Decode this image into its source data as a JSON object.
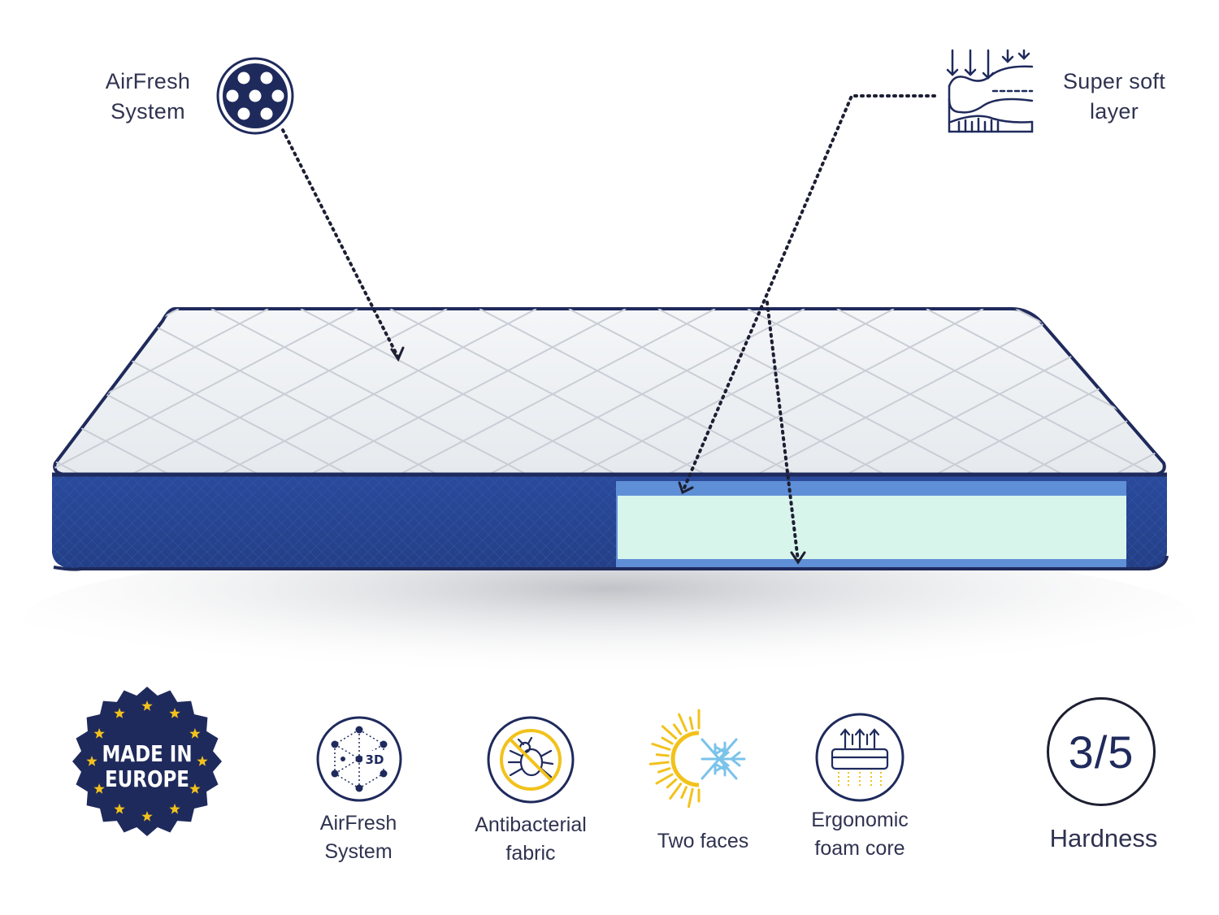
{
  "callouts": {
    "airfresh": {
      "line1": "AirFresh",
      "line2": "System",
      "icon": "airflow-holes-icon"
    },
    "soft_layer": {
      "line1": "Super soft",
      "line2": "layer",
      "icon": "compression-layer-icon"
    }
  },
  "badge": {
    "line1": "MADE IN",
    "line2": "EUROPE",
    "icon": "eu-stars-seal"
  },
  "features": [
    {
      "line1": "AirFresh",
      "line2": "System",
      "icon": "3d-airflow-icon"
    },
    {
      "line1": "Antibacterial",
      "line2": "fabric",
      "icon": "no-mites-icon"
    },
    {
      "line1": "Two faces",
      "line2": "",
      "icon": "sun-snowflake-icon"
    },
    {
      "line1": "Ergonomic",
      "line2": "foam core",
      "icon": "foam-core-icon"
    }
  ],
  "hardness": {
    "value": "3/5",
    "label": "Hardness"
  },
  "colors": {
    "navy": "#1f2a5c",
    "side_blue": "#2b4a9a",
    "foam_light": "#d8f5ec",
    "foam_edge": "#5f8fd6",
    "star_gold": "#f2c21b"
  }
}
